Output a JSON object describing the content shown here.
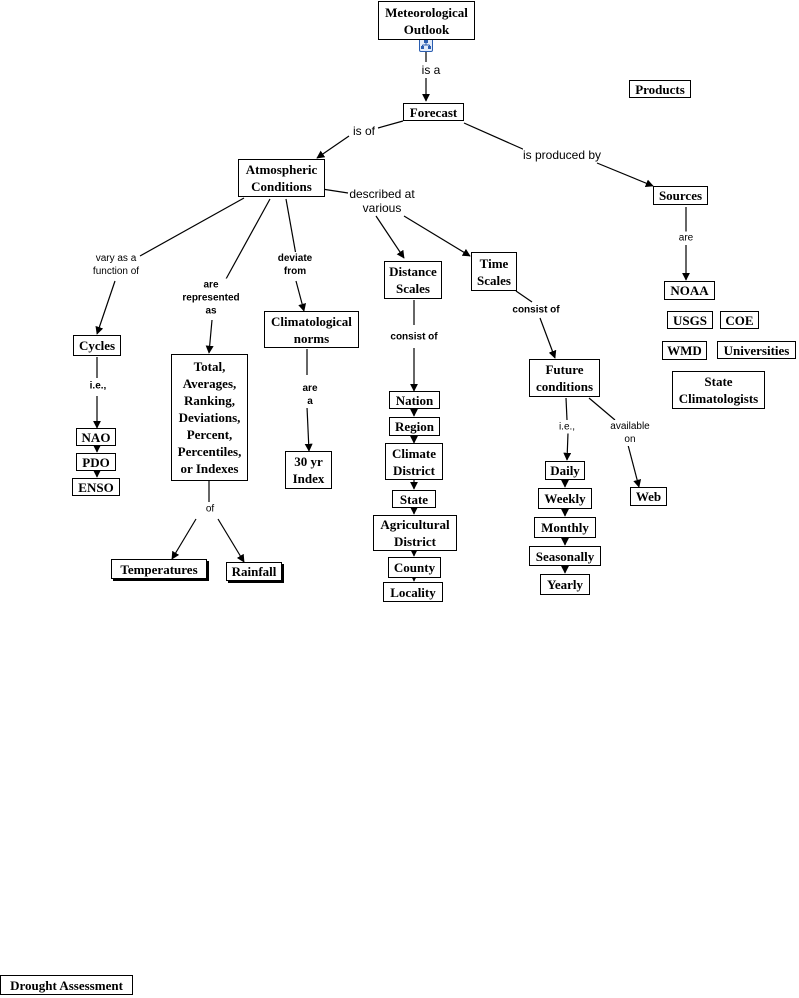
{
  "nodes": {
    "meteorological_outlook": "Meteorological\nOutlook",
    "products": "Products",
    "forecast": "Forecast",
    "atmospheric_conditions": "Atmospheric\nConditions",
    "sources": "Sources",
    "distance_scales": "Distance\nScales",
    "time_scales": "Time\nScales",
    "noaa": "NOAA",
    "usgs": "USGS",
    "coe": "COE",
    "wmd": "WMD",
    "universities": "Universities",
    "state_climatologists": "State\nClimatologists",
    "cycles": "Cycles",
    "totals": "Total,\nAverages,\nRanking,\nDeviations,\nPercent,\nPercentiles,\nor Indexes",
    "climatological_norms": "Climatological\nnorms",
    "future_conditions": "Future\nconditions",
    "nao": "NAO",
    "pdo": "PDO",
    "enso": "ENSO",
    "thirty_yr_index": "30 yr\nIndex",
    "nation": "Nation",
    "region": "Region",
    "climate_district": "Climate\nDistrict",
    "state": "State",
    "agricultural_district": "Agricultural\nDistrict",
    "county": "County",
    "locality": "Locality",
    "daily": "Daily",
    "weekly": "Weekly",
    "monthly": "Monthly",
    "seasonally": "Seasonally",
    "yearly": "Yearly",
    "web": "Web",
    "temperatures": "Temperatures",
    "rainfall": "Rainfall",
    "drought_assessment": "Drought Assessment"
  },
  "links": {
    "is_a": "is a",
    "is_of": "is of",
    "is_produced_by": "is produced by",
    "described_at_various": "described at\nvarious",
    "vary_as_function_of": "vary as a\nfunction of",
    "are_represented_as": "are\nrepresented\nas",
    "deviate_from": "deviate\nfrom",
    "are": "are",
    "are_a": "are\na",
    "consist_of_distance": "consist of",
    "consist_of_time": "consist of",
    "ie_cycles": "i.e.,",
    "ie_future": "i.e.,",
    "available_on": "available\non",
    "of": "of"
  },
  "icons": {
    "submap": "concept-map-icon"
  },
  "colors": {
    "stroke": "#000000",
    "icon_accent": "#2a5db0"
  }
}
